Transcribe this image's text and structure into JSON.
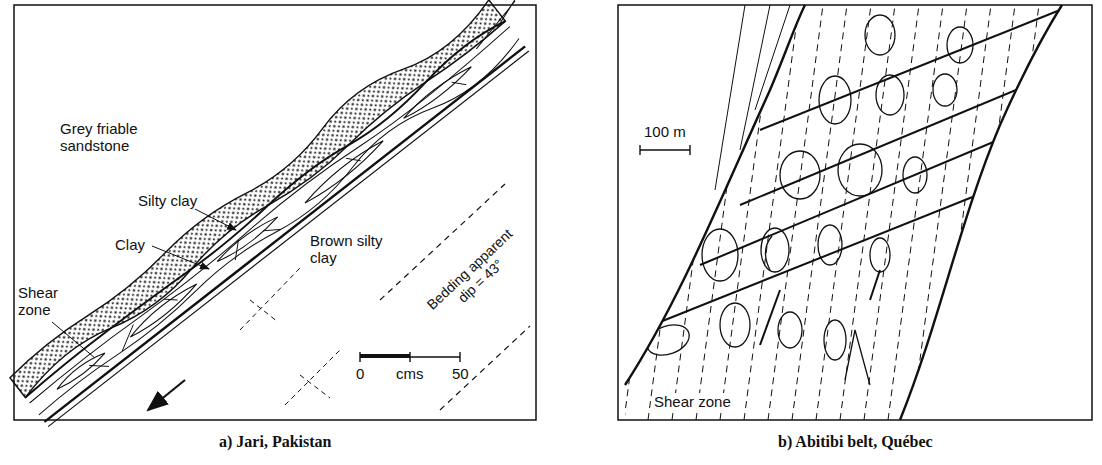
{
  "diagram": {
    "labels": [
      "Grey friable sandstone",
      "Silty clay",
      "Clay",
      "Brown silty clay",
      "Bedding apparent dip = 43°",
      "Shear zone",
      "0",
      "cms",
      "50",
      "a) Jari, Pakistan",
      "100 m",
      "Shear zone",
      "b) Abitibi belt, Québec"
    ]
  }
}
